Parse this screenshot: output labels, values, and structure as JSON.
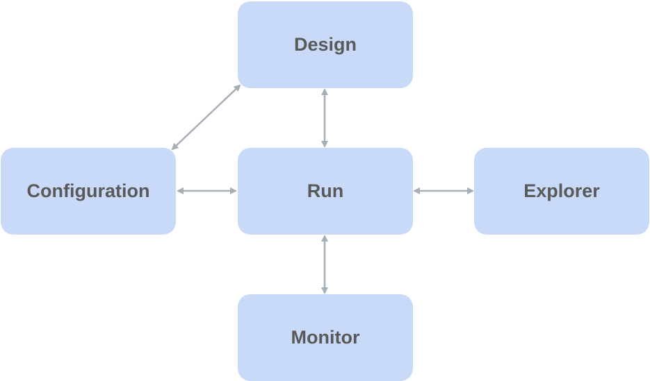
{
  "nodes": {
    "design": "Design",
    "configuration": "Configuration",
    "run": "Run",
    "explorer": "Explorer",
    "monitor": "Monitor"
  },
  "connections": [
    {
      "from": "design",
      "to": "run",
      "bidirectional": true
    },
    {
      "from": "design",
      "to": "configuration",
      "bidirectional": true
    },
    {
      "from": "configuration",
      "to": "run",
      "bidirectional": true
    },
    {
      "from": "run",
      "to": "explorer",
      "bidirectional": true
    },
    {
      "from": "run",
      "to": "monitor",
      "bidirectional": true
    }
  ],
  "colors": {
    "node_fill": "#c9daf8",
    "node_text": "#595959",
    "connector": "#a6aeb8"
  }
}
